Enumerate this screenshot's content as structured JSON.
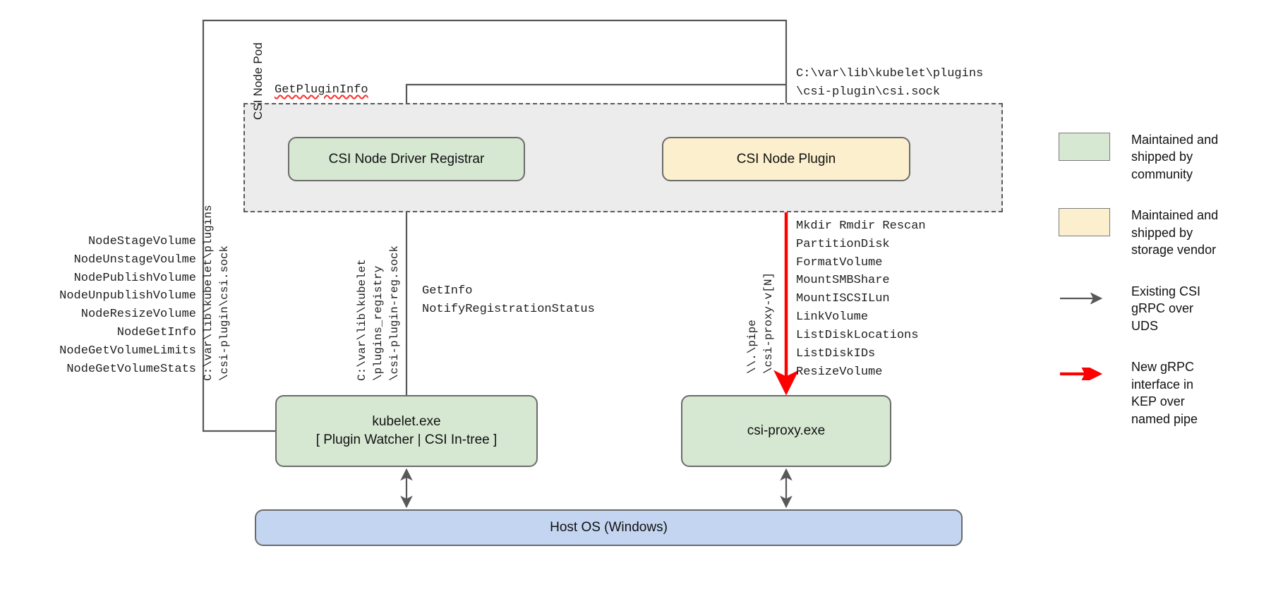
{
  "diagram": {
    "pod": {
      "label": "CSI Node Pod"
    },
    "nodes": {
      "registrar": {
        "label": "CSI Node Driver Registrar"
      },
      "plugin": {
        "label": "CSI Node Plugin"
      },
      "kubelet": {
        "line1": "kubelet.exe",
        "line2": "[ Plugin Watcher | CSI In-tree ]"
      },
      "csiproxy": {
        "label": "csi-proxy.exe"
      },
      "hostos": {
        "label": "Host OS (Windows)"
      }
    },
    "labels": {
      "get_plugin_info": "GetPluginInfo",
      "csi_sock_top": "C:\\var\\lib\\kubelet\\plugins\n\\csi-plugin\\csi.sock",
      "node_api_list": "NodeStageVolume\nNodeUnstageVoulme\nNodePublishVolume\nNodeUnpublishVolume\nNodeResizeVolume\nNodeGetInfo\nNodeGetVolumeLimits\nNodeGetVolumeStats",
      "proxy_api_list": "Mkdir Rmdir Rescan\nPartitionDisk\nFormatVolume\nMountSMBShare\nMountISCSILun\nLinkVolume\nListDiskLocations\nListDiskIDs\nResizeVolume",
      "registration_calls": "GetInfo\nNotifyRegistrationStatus",
      "path_csi_sock": "C:\\var\\lib\\kubelet\\plugins\n\\csi-plugin\\csi.sock",
      "path_plugins_registry": "C:\\var\\lib\\kubelet\n\\plugins_registry\n\\csi-plugin-reg.sock",
      "path_named_pipe": "\\\\.\\pipe\n\\csi-proxy-v[N]"
    },
    "legend": [
      {
        "kind": "swatch",
        "color": "#d6e8d2",
        "text": "Maintained and\nshipped by\ncommunity"
      },
      {
        "kind": "swatch",
        "color": "#fcefcd",
        "text": "Maintained and\nshipped by\nstorage vendor"
      },
      {
        "kind": "arrow",
        "color": "#58585a",
        "text": "Existing CSI\ngRPC over\nUDS"
      },
      {
        "kind": "arrow",
        "color": "#ff0000",
        "text": "New gRPC\ninterface in\nKEP over\nnamed pipe"
      }
    ],
    "colors": {
      "community_green": "#d6e8d2",
      "vendor_yellow": "#fcefcd",
      "host_blue": "#c3d5f0",
      "pod_gray": "#ececec",
      "existing_arrow": "#58585a",
      "new_arrow": "#ff0000"
    }
  }
}
